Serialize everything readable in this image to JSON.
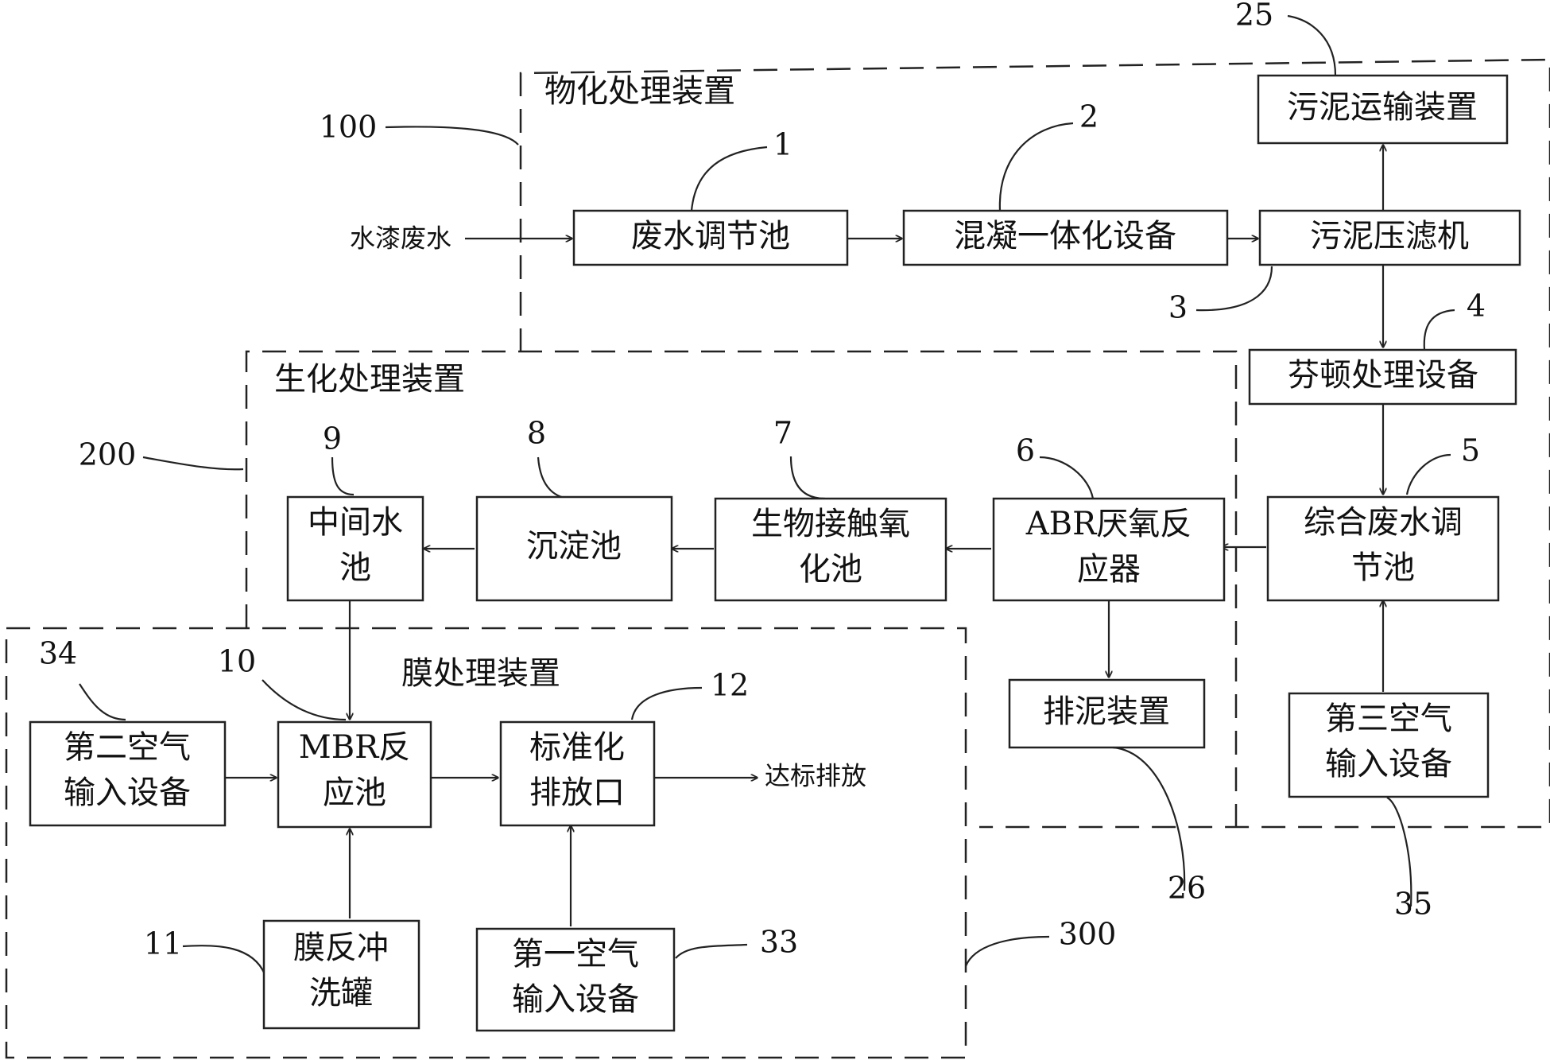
{
  "regions": {
    "physchem": {
      "label": "物化处理装置",
      "ref": "100"
    },
    "biochem": {
      "label": "生化处理装置",
      "ref": "200"
    },
    "membrane": {
      "label": "膜处理装置",
      "ref": "300"
    }
  },
  "inputs": {
    "wastewater": "水漆废水",
    "discharge": "达标排放"
  },
  "units": {
    "u1": {
      "ref": "1",
      "lines": [
        "废水调节池"
      ]
    },
    "u2": {
      "ref": "2",
      "lines": [
        "混凝一体化设备"
      ]
    },
    "u3": {
      "ref": "3",
      "lines": [
        "污泥压滤机"
      ]
    },
    "u25": {
      "ref": "25",
      "lines": [
        "污泥运输装置"
      ]
    },
    "u4": {
      "ref": "4",
      "lines": [
        "芬顿处理设备"
      ]
    },
    "u5": {
      "ref": "5",
      "lines": [
        "综合废水调",
        "节池"
      ]
    },
    "u35": {
      "ref": "35",
      "lines": [
        "第三空气",
        "输入设备"
      ]
    },
    "u6": {
      "ref": "6",
      "lines": [
        "ABR厌氧反",
        "应器"
      ]
    },
    "u26": {
      "ref": "26",
      "lines": [
        "排泥装置"
      ]
    },
    "u7": {
      "ref": "7",
      "lines": [
        "生物接触氧",
        "化池"
      ]
    },
    "u8": {
      "ref": "8",
      "lines": [
        "沉淀池"
      ]
    },
    "u9": {
      "ref": "9",
      "lines": [
        "中间水",
        "池"
      ]
    },
    "u10": {
      "ref": "10",
      "lines": [
        "MBR反",
        "应池"
      ]
    },
    "u34": {
      "ref": "34",
      "lines": [
        "第二空气",
        "输入设备"
      ]
    },
    "u11": {
      "ref": "11",
      "lines": [
        "膜反冲",
        "洗罐"
      ]
    },
    "u12": {
      "ref": "12",
      "lines": [
        "标准化",
        "排放口"
      ]
    },
    "u33": {
      "ref": "33",
      "lines": [
        "第一空气",
        "输入设备"
      ]
    }
  }
}
